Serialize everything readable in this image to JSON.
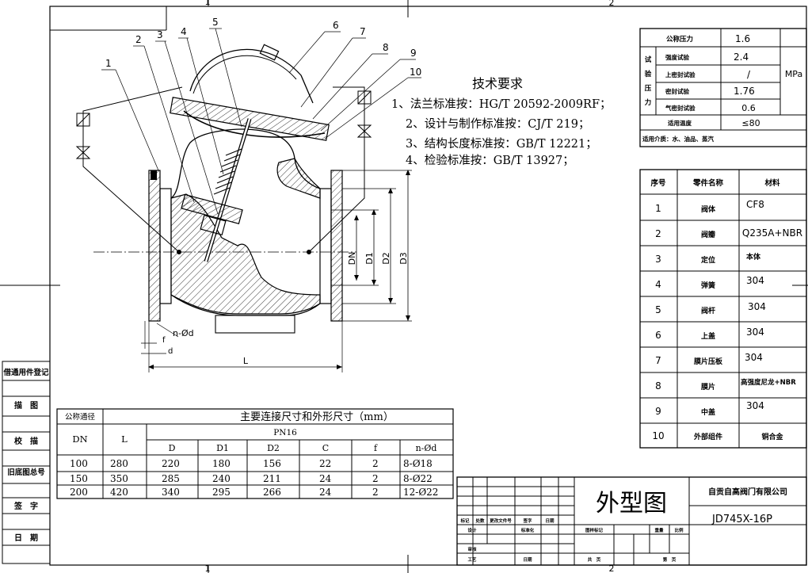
{
  "zone_marks": {
    "top": [
      "1",
      "2"
    ],
    "bottom": [
      "1",
      "2"
    ]
  },
  "tech_requirements": {
    "title": "技术要求",
    "items": [
      "1、法兰标准按：HG/T 20592-2009RF；",
      "2、设计与制作标准按：CJ/T 219；",
      "3、结构长度标准按：GB/T 12221；",
      "4、检验标准按：GB/T 13927；"
    ]
  },
  "pressure_table": {
    "nominal_label": "公称压力",
    "nominal_value": "1.6",
    "test_group_label": [
      "试",
      "验",
      "压",
      "力"
    ],
    "rows": [
      {
        "label": "强度试验",
        "value": "2.4"
      },
      {
        "label": "上密封试验",
        "value": "/"
      },
      {
        "label": "密封试验",
        "value": "1.76"
      },
      {
        "label": "气密封试验",
        "value": "0.6"
      }
    ],
    "unit": "MPa",
    "temp_label": "适用温度",
    "temp_value": "≤80",
    "medium": "适用介质：水、油品、蒸汽"
  },
  "parts_table": {
    "headers": [
      "序号",
      "零件名称",
      "材料"
    ],
    "rows": [
      {
        "no": "1",
        "name": "阀体",
        "material": "CF8"
      },
      {
        "no": "2",
        "name": "阀瓣",
        "material": "Q235A+NBR"
      },
      {
        "no": "3",
        "name": "定位",
        "material": "本体"
      },
      {
        "no": "4",
        "name": "弹簧",
        "material": "304"
      },
      {
        "no": "5",
        "name": "阀杆",
        "material": "304"
      },
      {
        "no": "6",
        "name": "上盖",
        "material": "304"
      },
      {
        "no": "7",
        "name": "膜片压板",
        "material": "304"
      },
      {
        "no": "8",
        "name": "膜片",
        "material": "高强度尼龙+NBR"
      },
      {
        "no": "9",
        "name": "中盖",
        "material": "304"
      },
      {
        "no": "10",
        "name": "外部组件",
        "material": "铜合金"
      }
    ]
  },
  "dims_table": {
    "nominal_label": "公称通径",
    "title": "主要连接尺寸和外形尺寸（mm）",
    "pn": "PN16",
    "headers": [
      "DN",
      "L",
      "D",
      "D1",
      "D2",
      "C",
      "f",
      "n-Ød"
    ],
    "rows": [
      [
        "100",
        "280",
        "220",
        "180",
        "156",
        "22",
        "2",
        "8-Ø18"
      ],
      [
        "150",
        "350",
        "285",
        "240",
        "211",
        "24",
        "2",
        "8-Ø22"
      ],
      [
        "200",
        "420",
        "340",
        "295",
        "266",
        "24",
        "2",
        "12-Ø22"
      ]
    ]
  },
  "left_strip": [
    "借通用件登记",
    "描　图",
    "校　描",
    "旧底图总号",
    "签　字",
    "日　期"
  ],
  "balloons": [
    "1",
    "2",
    "3",
    "4",
    "5",
    "6",
    "7",
    "8",
    "9",
    "10"
  ],
  "dim_labels": {
    "DN": "DN",
    "D1": "D1",
    "D2": "D2",
    "D3": "D3",
    "L": "L",
    "nd": "n-Ød",
    "f": "f",
    "d": "d"
  },
  "title_block": {
    "drawing_title": "外型图",
    "company": "自贡自高阀门有限公司",
    "model": "JD745X-16P",
    "cells": {
      "mark": "标记",
      "count": "处数",
      "change_doc": "更改文件号",
      "sign": "签字",
      "date": "日期",
      "design": "设计",
      "standardize": "标准化",
      "stage_mark": "图样标记",
      "weight": "重量",
      "scale": "比例",
      "review": "审核",
      "process": "工艺",
      "date2": "日期",
      "total": "共　页",
      "sheet": "第　页"
    }
  }
}
